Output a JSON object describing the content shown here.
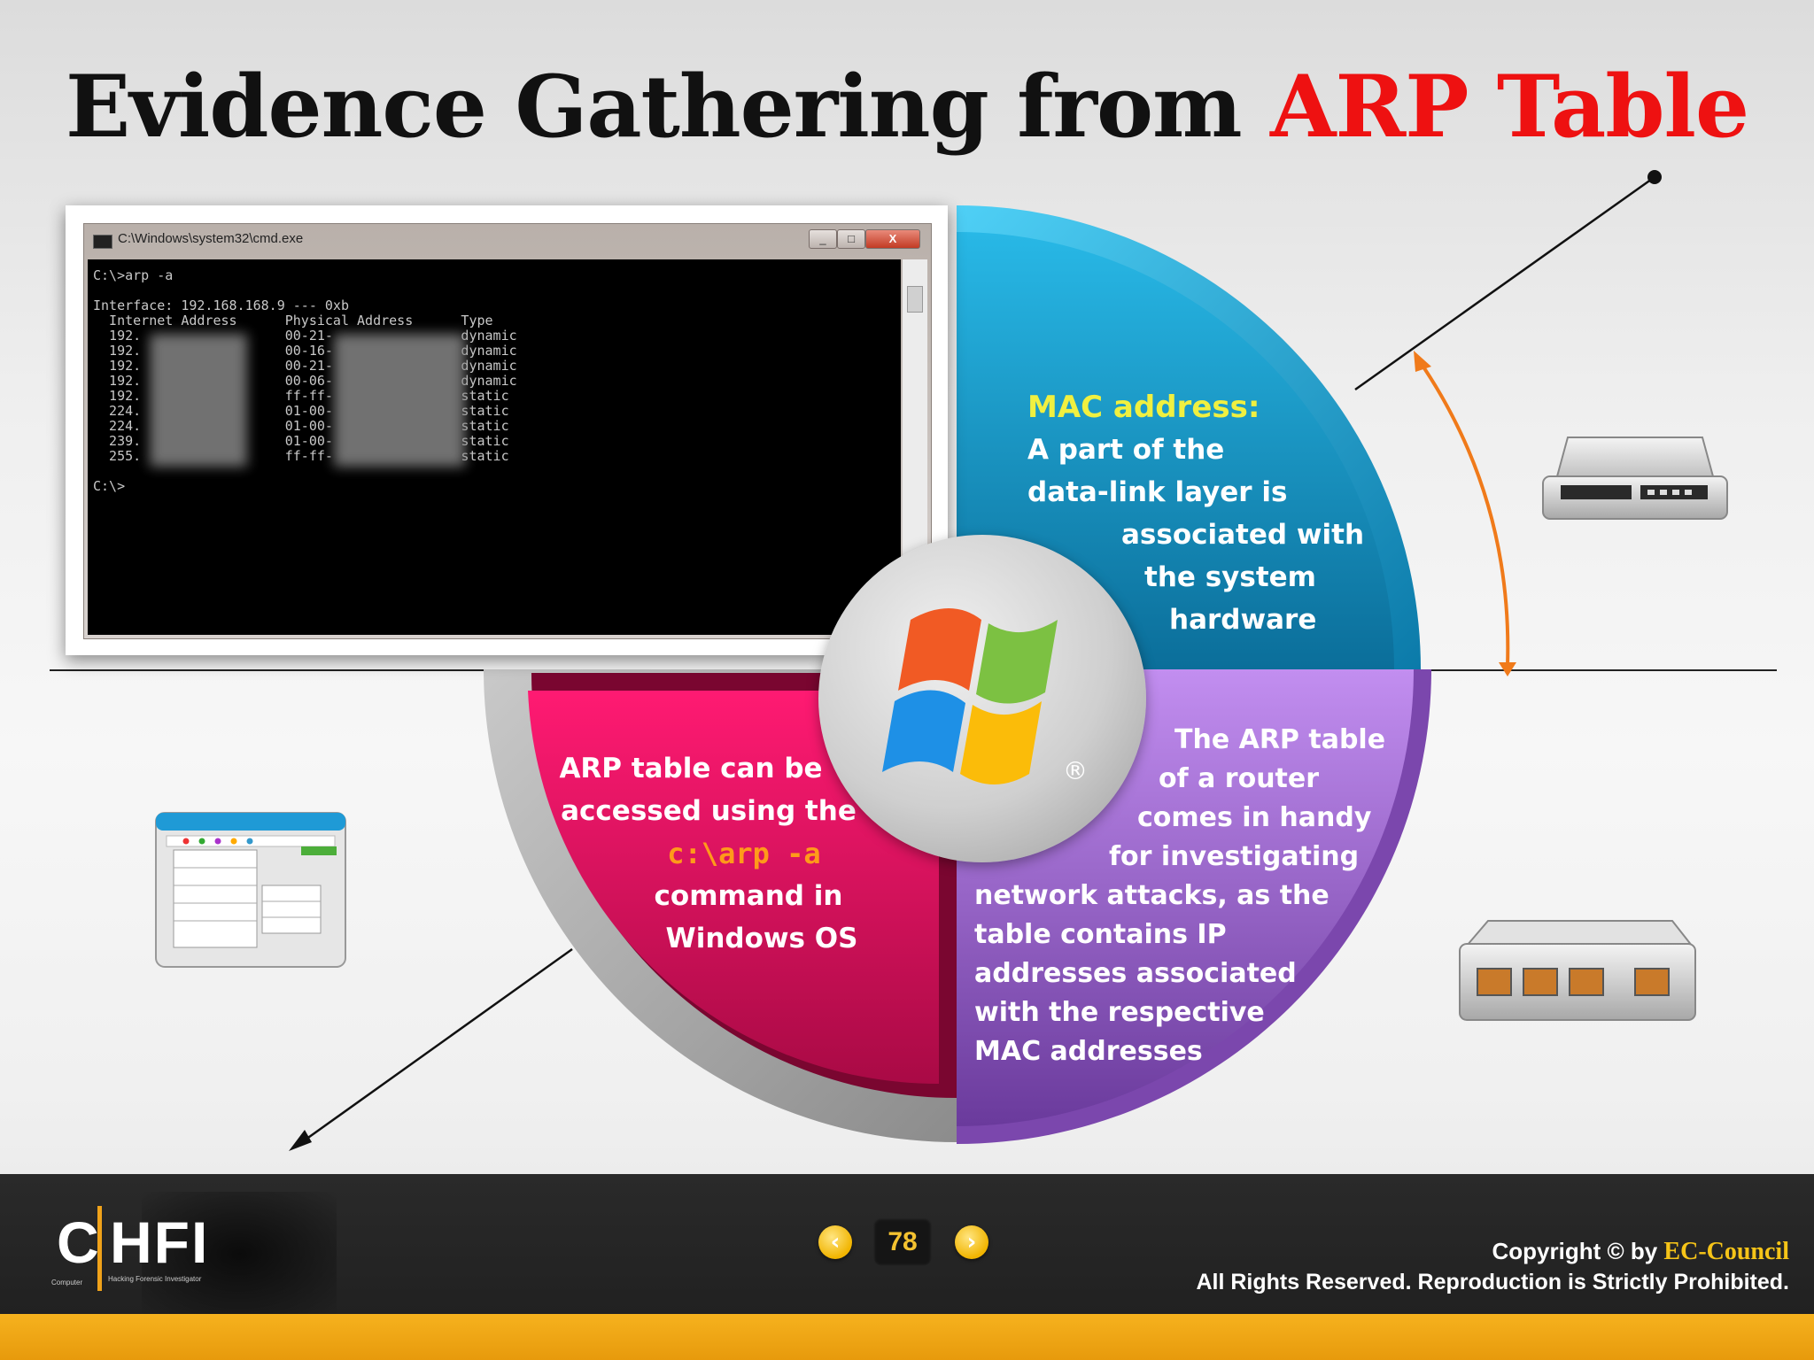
{
  "title": {
    "main": "Evidence Gathering from ",
    "highlight": "ARP Table"
  },
  "cmd_window": {
    "title": "C:\\Windows\\system32\\cmd.exe",
    "minimize": "_",
    "maximize": "□",
    "close": "X",
    "console_text": "C:\\>arp -a\n\nInterface: 192.168.168.9 --- 0xb\n  Internet Address      Physical Address      Type\n  192.                  00-21-                dynamic\n  192.                  00-16-                dynamic\n  192.                  00-21-                dynamic\n  192.                  00-06-                dynamic\n  192.                  ff-ff-                static\n  224.                  01-00-                static\n  224.                  01-00-                static\n  239.                  01-00-                static\n  255.                  ff-ff-                static\n\nC:\\>"
  },
  "segments": {
    "mac": {
      "heading": "MAC address:",
      "lines": [
        "A part of the",
        "data-link layer is",
        "associated with",
        "the system",
        "hardware"
      ]
    },
    "arp_router": {
      "lines": [
        "The ARP table",
        "of a router",
        "comes in handy",
        "for investigating",
        "network attacks, as the",
        "table contains IP",
        "addresses associated",
        "with the respective",
        "MAC addresses"
      ]
    },
    "arp_access": {
      "line1": "ARP table can be",
      "line2": "accessed using the",
      "command": "c:\\arp -a",
      "line4": "command in",
      "line5": "Windows OS"
    }
  },
  "logo_registered": "®",
  "icons": [
    "browser-window-icon",
    "network-modem-icon",
    "network-switch-icon",
    "windows-logo-icon"
  ],
  "colors": {
    "title_highlight": "#ee1111",
    "segment_mac": "#1fa9d8",
    "segment_router": "#9c5fc8",
    "segment_access": "#e01060",
    "arrow_orange": "#f07a1a",
    "footer_gold": "#f0a21a"
  },
  "footer": {
    "logo_letters_left": "C",
    "logo_letters_right": "HFI",
    "logo_sub_left": "Computer",
    "logo_sub_right": "Hacking Forensic Investigator",
    "page_number": "78",
    "prev": "‹",
    "next": "›",
    "copyright_prefix": "Copyright © by ",
    "copyright_brand": "EC-Council",
    "rights": "All Rights Reserved. Reproduction is Strictly Prohibited."
  }
}
